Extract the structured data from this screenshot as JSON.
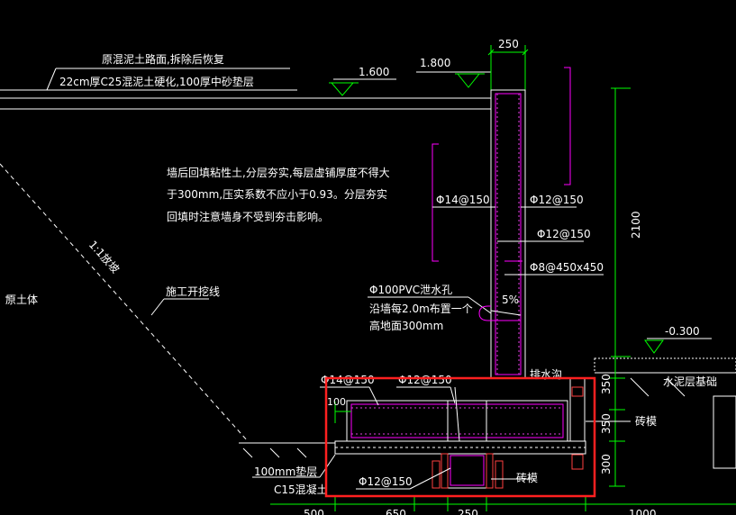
{
  "colors": {
    "background": "#000000",
    "white": "#ffffff",
    "magenta": "#ff00ff",
    "green": "#00ff00",
    "red": "#ff2020",
    "rebar": "#e040e0"
  },
  "notes": {
    "road_title": "原混泥土路面,拆除后恢复",
    "road_desc": "22cm厚C25混泥土硬化,100厚中砂垫层",
    "backfill_1": "墙后回填粘性土,分层夯实,每层虚铺厚度不得大",
    "backfill_2": "于300mm,压实系数不应小于0.93。分层夯实",
    "backfill_3": "回填时注意墙身不受到夯击影响。",
    "slope": "1:1放坡",
    "excavation": "施工开挖线",
    "original_soil": "原土体",
    "drain_1": "Φ100PVC泄水孔",
    "drain_2": "沿墙每2.0m布置一个",
    "drain_3": "高地面300mm",
    "slope_pct": "5%",
    "drain_ditch": "排水沟",
    "water_stop": "水泥层基础",
    "brick_1": "砖模",
    "brick_2": "砖模",
    "cushion": "100mm垫层",
    "concrete": "C15混凝土"
  },
  "elevations": {
    "e1": "1.600",
    "e2": "1.800",
    "e3": "-0.300"
  },
  "rebar_labels": {
    "r1": "Φ14@150",
    "r2": "Φ12@150",
    "r3": "Φ12@150",
    "r4": "Φ8@450x450",
    "r5": "Φ14@150",
    "r6": "Φ12@150",
    "r7": "Φ12@150"
  },
  "dimensions": {
    "top": "250",
    "height": "2100",
    "d350a": "350",
    "d350b": "350",
    "d300": "300",
    "d100": "100",
    "b500": "500",
    "b650": "650",
    "b250": "250",
    "b1000": "1000"
  }
}
